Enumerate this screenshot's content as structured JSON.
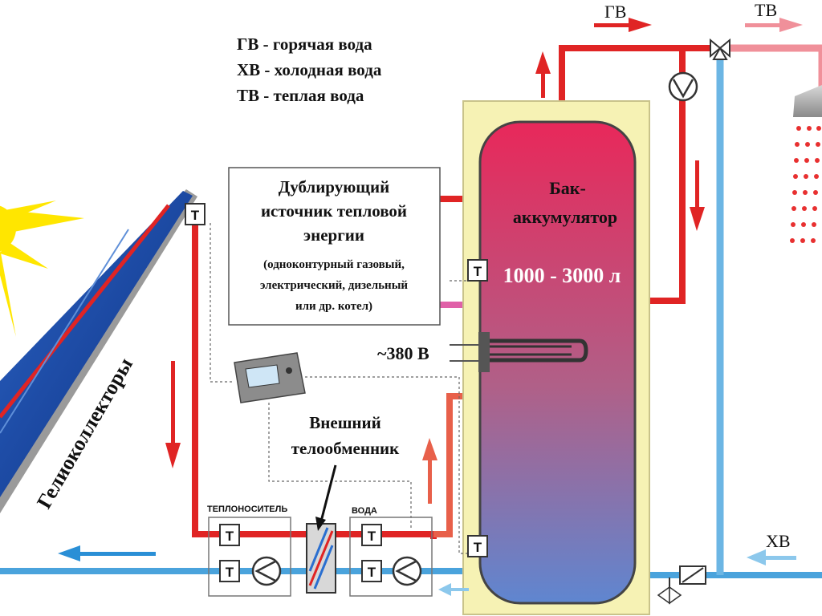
{
  "legend": {
    "gv": "ГВ - горячая вода",
    "hv": "ХВ - холодная вода",
    "tv": "ТВ - теплая вода"
  },
  "flow_labels": {
    "gv_top": "ГВ",
    "tv_top": "ТВ",
    "hv_right": "ХВ"
  },
  "backup_source": {
    "line1": "Дублирующий",
    "line2": "источник тепловой",
    "line3": "энергии",
    "line4": "(одноконтурный газовый,",
    "line5": "электрический, дизельный",
    "line6": "или др. котел)"
  },
  "tank": {
    "line1": "Бак-",
    "line2": "аккумулятор",
    "volume": "1000 - 3000 л"
  },
  "heater_voltage": "~380 В",
  "collectors_label": "Гелиоколлекторы",
  "exchanger": {
    "line1": "Внешний",
    "line2": "телообменник"
  },
  "pump_station": {
    "carrier_label": "ТЕПЛОНОСИТЕЛЬ",
    "water_label": "ВОДА"
  },
  "sensor_letter": "T",
  "colors": {
    "hot": "#e02424",
    "cold": "#4aa3dc",
    "warm": "#f0909a",
    "tank_border": "#f6f2b4",
    "collector": "#1a4da0",
    "arrow_hot": "#e02424",
    "arrow_cold": "#2a8fd6"
  }
}
